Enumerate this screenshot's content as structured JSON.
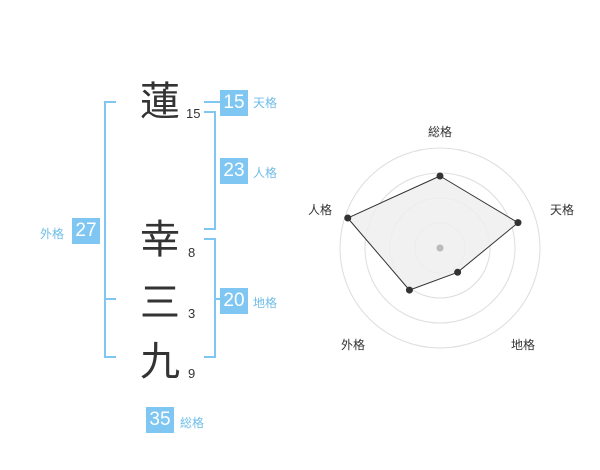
{
  "name": {
    "chars": [
      {
        "char": "蓮",
        "strokes": "15"
      },
      {
        "char": "幸",
        "strokes": "8"
      },
      {
        "char": "三",
        "strokes": "3"
      },
      {
        "char": "九",
        "strokes": "9"
      }
    ]
  },
  "fortunes": {
    "tenkaku": {
      "label": "天格",
      "value": "15"
    },
    "jinkaku": {
      "label": "人格",
      "value": "23"
    },
    "chikaku": {
      "label": "地格",
      "value": "20"
    },
    "gaikaku": {
      "label": "外格",
      "value": "27"
    },
    "soukaku": {
      "label": "総格",
      "value": "35"
    }
  },
  "chart_data": {
    "type": "radar",
    "axes": [
      "総格",
      "天格",
      "地格",
      "外格",
      "人格"
    ],
    "values": [
      0.72,
      0.82,
      0.3,
      0.52,
      0.97
    ],
    "rings": 4,
    "colors": {
      "fill": "#efefef",
      "line": "#333333",
      "ring": "#dddddd",
      "center": "#bbbbbb"
    }
  }
}
